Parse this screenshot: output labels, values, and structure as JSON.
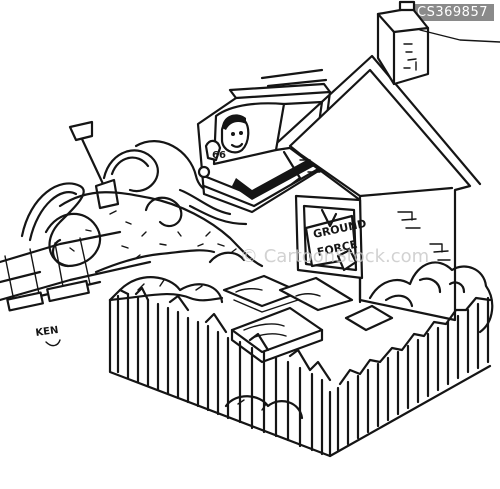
{
  "image_code": "CS369857",
  "watermark": "© CartoonStock.com",
  "sign_line_1": "GROUND",
  "sign_line_2": "FORCE",
  "train_number": "66",
  "signature": "KEN"
}
